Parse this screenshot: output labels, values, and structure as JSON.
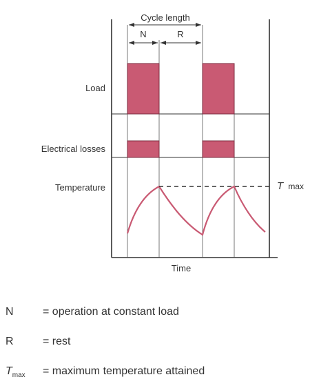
{
  "diagram": {
    "cycle_length": "Cycle length",
    "n_label": "N",
    "r_label": "R",
    "row_labels": {
      "load": "Load",
      "electrical_losses": "Electrical losses",
      "temperature": "Temperature"
    },
    "x_axis_label": "Time",
    "tmax_t": "T",
    "tmax_sub": "max",
    "colors": {
      "fill": "#c95a73",
      "stroke": "#7a2c3f",
      "line": "#333333"
    }
  },
  "legend": [
    {
      "key": "N",
      "text": "= operation at constant load"
    },
    {
      "key": "R",
      "text": "= rest"
    },
    {
      "key_main": "T",
      "key_sub": "max",
      "text": "= maximum temperature attained"
    }
  ]
}
